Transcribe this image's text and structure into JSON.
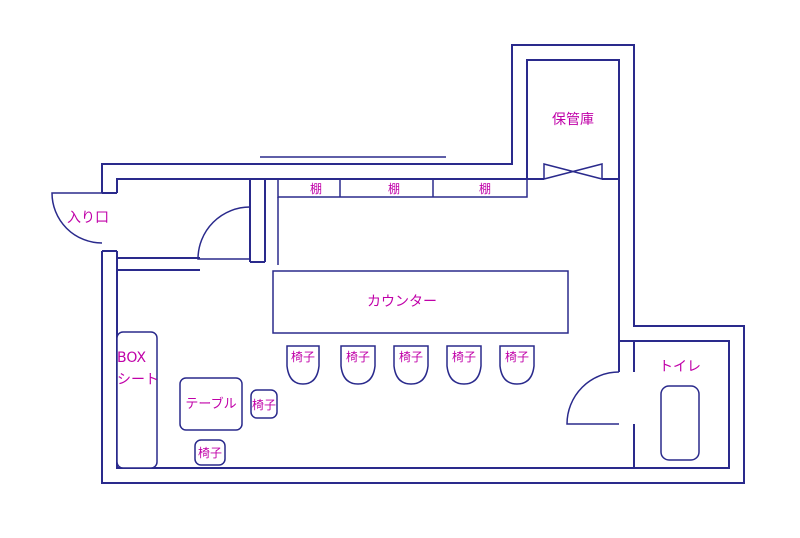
{
  "plan": {
    "entrance": "入り口",
    "storage": "保管庫",
    "toilet": "トイレ",
    "counter": "カウンター",
    "box_seat": [
      "BOX",
      "シート"
    ],
    "table": "テーブル",
    "shelves": [
      "棚",
      "棚",
      "棚"
    ],
    "counter_chairs": [
      "椅子",
      "椅子",
      "椅子",
      "椅子",
      "椅子"
    ],
    "table_chairs": [
      "椅子",
      "椅子"
    ]
  },
  "colors": {
    "wall": "#2a2a8c",
    "label": "#c000a8"
  }
}
